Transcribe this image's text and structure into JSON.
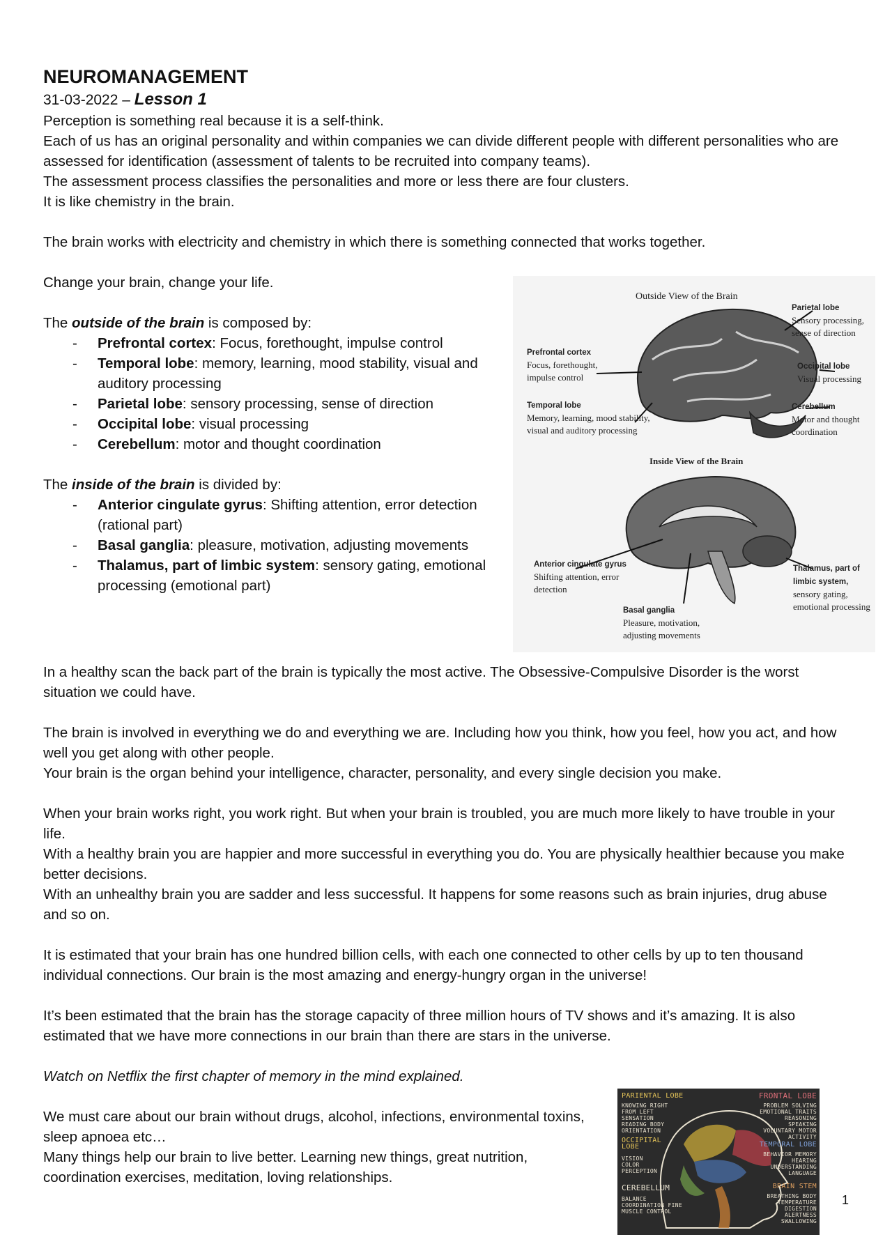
{
  "title": "NEUROMANAGEMENT",
  "date": "31-03-2022 – ",
  "lesson": "Lesson 1",
  "intro": [
    "Perception is something real because it is a self-think.",
    "Each of us has an original personality and within companies we can divide different people with different personalities who are assessed for identification (assessment of talents to be recruited into company teams).",
    "The assessment process classifies the personalities and more or less there are four clusters.",
    "It is like chemistry in the brain."
  ],
  "p_electricity": "The brain works with electricity and chemistry in which there is something connected that works together.",
  "p_change": "Change your brain, change your life.",
  "outside": {
    "pre": "The ",
    "em": "outside of the brain",
    "post": " is composed by:",
    "items": [
      {
        "term": "Prefrontal cortex",
        "desc": ": Focus, forethought, impulse control"
      },
      {
        "term": "Temporal lobe",
        "desc": ": memory, learning, mood stability, visual and auditory processing"
      },
      {
        "term": "Parietal lobe",
        "desc": ": sensory processing, sense of direction"
      },
      {
        "term": "Occipital lobe",
        "desc": ": visual processing"
      },
      {
        "term": "Cerebellum",
        "desc": ": motor and thought coordination"
      }
    ]
  },
  "inside": {
    "pre": "The ",
    "em": "inside of the brain",
    "post": " is divided by:",
    "items": [
      {
        "term": "Anterior cingulate gyrus",
        "desc": ": Shifting attention, error detection (rational part)"
      },
      {
        "term": "Basal ganglia",
        "desc": ": pleasure, motivation, adjusting movements"
      },
      {
        "term": "Thalamus, part of limbic system",
        "desc": ": sensory gating, emotional processing (emotional part)"
      }
    ]
  },
  "figure_outside": {
    "title": "Outside View of the Brain",
    "labels": [
      {
        "head": "Parietal lobe",
        "body": "Sensory processing, sense of direction"
      },
      {
        "head": "Prefrontal cortex",
        "body": "Focus, forethought, impulse control"
      },
      {
        "head": "Occipital lobe",
        "body": "Visual processing"
      },
      {
        "head": "Temporal lobe",
        "body": "Memory, learning, mood stability, visual and auditory processing"
      },
      {
        "head": "Cerebellum",
        "body": "Motor and thought coordination"
      }
    ]
  },
  "figure_inside": {
    "title": "Inside View of the Brain",
    "labels": [
      {
        "head": "Anterior cingulate gyrus",
        "body": "Shifting attention, error detection"
      },
      {
        "head": "Thalamus, part of limbic system,",
        "body": "sensory gating, emotional processing"
      },
      {
        "head": "Basal ganglia",
        "body": "Pleasure, motivation, adjusting movements"
      }
    ]
  },
  "paragraphs": [
    [
      "In a healthy scan the back part of the brain is typically the most active. The Obsessive-Compulsive Disorder is the worst situation we could have."
    ],
    [
      "The brain is involved in everything we do and everything we are. Including how you think, how you feel, how you act, and how well you get along with other people.",
      "Your brain is the organ behind your intelligence, character, personality, and every single decision you make."
    ],
    [
      "When your brain works right, you work right. But when your brain is troubled, you are much more likely to have trouble in your life.",
      "With a healthy brain you are happier and more successful in everything you do. You are physically healthier because you make better decisions.",
      "With an unhealthy brain you are sadder and less successful. It happens for some reasons such as brain injuries, drug abuse and so on."
    ],
    [
      "It is estimated that your brain has one hundred billion cells, with each one connected to other cells by up to ten thousand individual connections. Our brain is the most amazing and energy-hungry organ in the universe!"
    ],
    [
      "It’s been estimated that the brain has the storage capacity of three million hours of TV shows and it’s amazing. It is also estimated that we have more connections in our brain than there are stars in the universe."
    ]
  ],
  "netflix": "Watch on Netflix the first chapter of memory in the mind explained.",
  "care": [
    "We must care about our brain without drugs, alcohol, infections, environmental toxins, sleep apnoea etc…",
    "Many things help our brain to live better. Learning new things, great nutrition, coordination exercises, meditation, loving relationships."
  ],
  "chalk": {
    "parietal_title": "PARIENTAL LOBE",
    "parietal_text": "KNOWING RIGHT FROM LEFT SENSATION READING BODY ORIENTATION",
    "occipital_title": "OCCIPITAL LOBE",
    "occipital_text": "VISION COLOR PERCEPTION",
    "cerebellum_title": "CEREBELLUM",
    "cerebellum_text": "BALANCE COORDINATION FINE MUSCLE CONTROL",
    "frontal_title": "FRONTAL LOBE",
    "frontal_text": "PROBLEM SOLVING EMOTIONAL TRAITS REASONING SPEAKING VOLUNTARY MOTOR ACTIVITY",
    "temporal_title": "TEMPORAL LOBE",
    "temporal_text": "BEHAVIOR MEMORY HEARING UNDERSTANDING LANGUAGE",
    "brainstem_title": "BRAIN STEM",
    "brainstem_text": "BREATHING BODY TEMPERATURE DIGESTION ALERTNESS SWALLOWING"
  },
  "page_number": "1"
}
